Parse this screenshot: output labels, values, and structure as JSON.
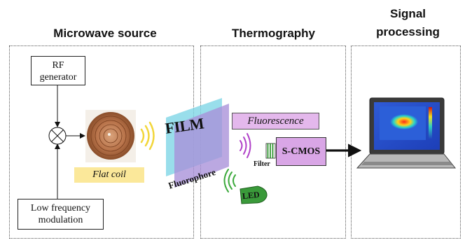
{
  "headings": {
    "microwave": "Microwave source",
    "thermography": "Thermography",
    "signal_line1": "Signal",
    "signal_line2": "processing"
  },
  "components": {
    "rf_generator_line1": "RF",
    "rf_generator_line2": "generator",
    "modulation_line1": "Low frequency",
    "modulation_line2": "modulation",
    "flat_coil": "Flat coil",
    "film": "FILM",
    "fluorophore": "Fluorophore",
    "fluorescence": "Fluorescence",
    "filter": "Filter",
    "camera": "S-CMOS",
    "led": "LED"
  },
  "colors": {
    "flat_coil_bg": "#fbe89a",
    "fluorescence_bg": "#e4b8ec",
    "camera_bg": "#d9a6e6",
    "film_blue": "#7fd6e6",
    "film_purple": "#a890d8",
    "led_green": "#3a9a3a",
    "wave_yellow": "#f2d63a",
    "wave_purple": "#b040c8",
    "wave_green": "#3caa3c"
  }
}
